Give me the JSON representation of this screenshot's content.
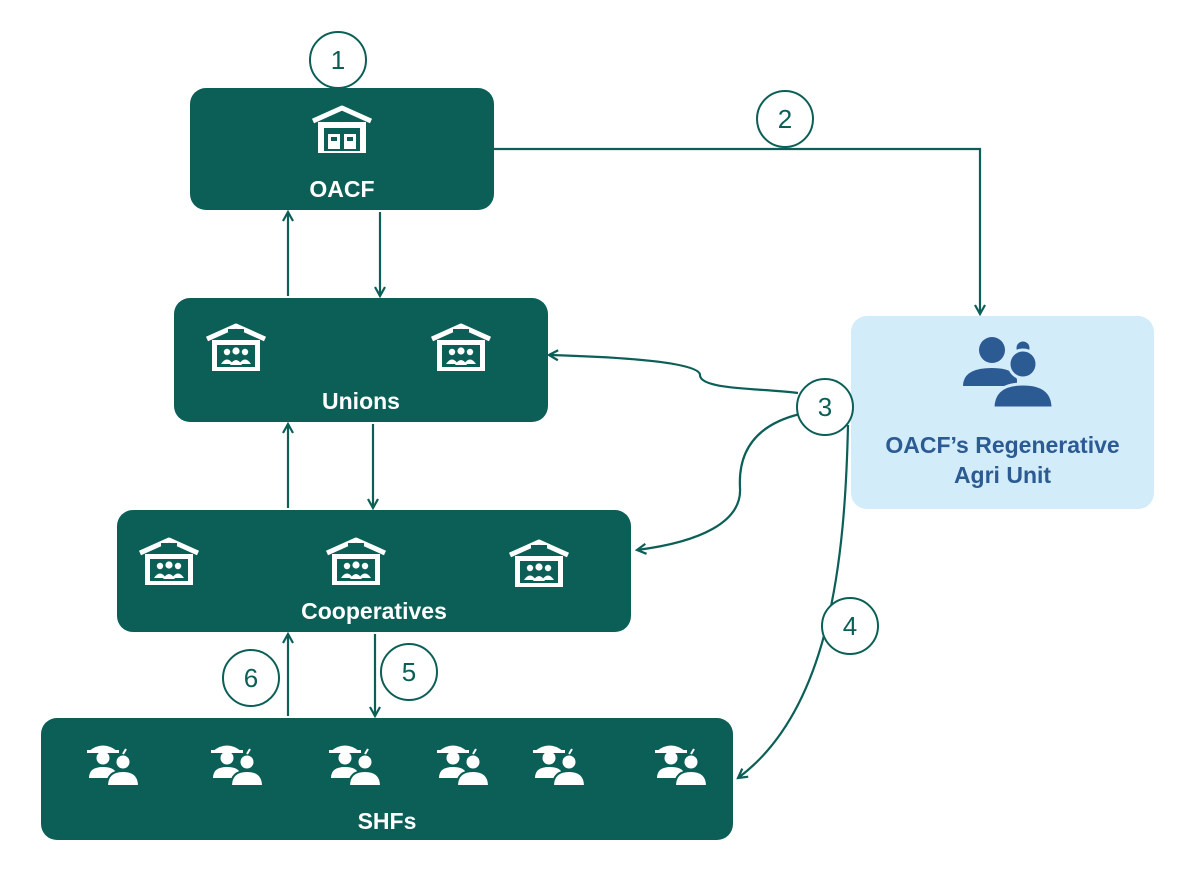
{
  "nodes": {
    "oacf": {
      "label": "OACF"
    },
    "unions": {
      "label": "Unions"
    },
    "cooperatives": {
      "label": "Cooperatives"
    },
    "shfs": {
      "label": "SHFs"
    },
    "agri_unit": {
      "label_line1": "OACF’s Regenerative",
      "label_line2": "Agri Unit"
    }
  },
  "steps": [
    "1",
    "2",
    "3",
    "4",
    "5",
    "6"
  ],
  "colors": {
    "node_fill": "#0b5f57",
    "agri_fill": "#d3ecfa",
    "agri_text": "#2c5b94",
    "arrow": "#0b5f57"
  },
  "icons": {
    "building": "warehouse-icon",
    "group": "group-icon",
    "farmer": "farmer-icon",
    "people": "people-icon"
  }
}
